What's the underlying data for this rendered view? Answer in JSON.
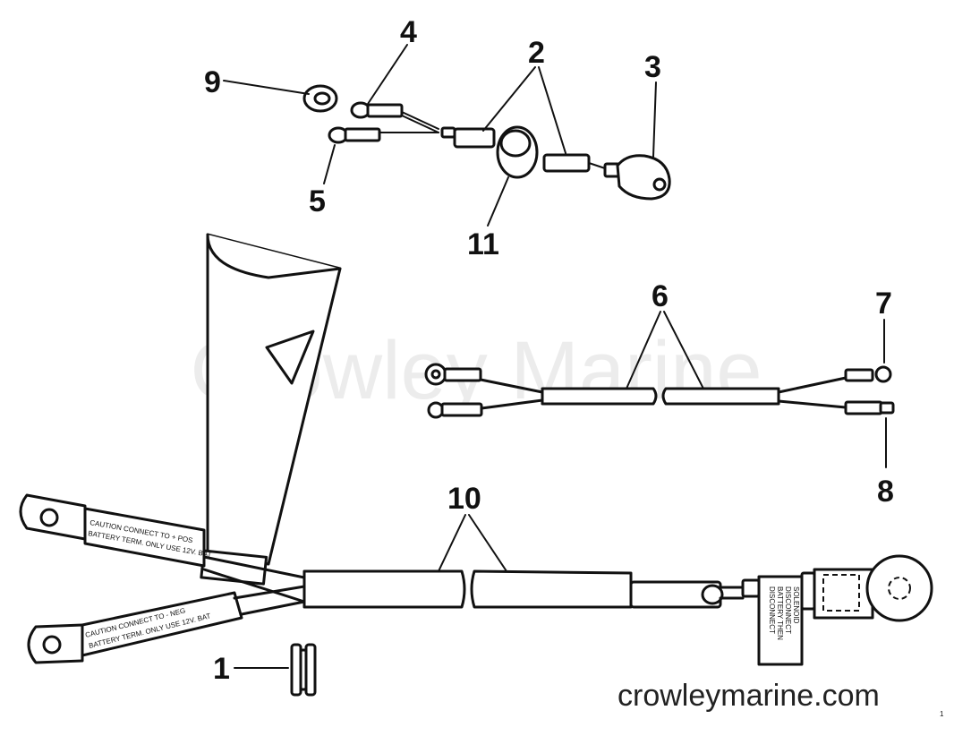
{
  "diagram": {
    "callouts": {
      "c1": "1",
      "c2": "2",
      "c3": "3",
      "c4": "4",
      "c5": "5",
      "c6": "6",
      "c7": "7",
      "c8": "8",
      "c9": "9",
      "c10": "10",
      "c11": "11"
    },
    "labels": {
      "pos_line1": "CAUTION CONNECT TO + POS",
      "pos_line2": "BATTERY TERM. ONLY USE 12V. BAT",
      "neg_line1": "CAUTION CONNECT TO - NEG",
      "neg_line2": "BATTERY TERM. ONLY USE 12V. BAT",
      "sol_line1": "DISCONNECT",
      "sol_line2": "BATTERY THEN",
      "sol_line3": "DISCONNECT",
      "sol_line4": "SOLENOID"
    },
    "watermark": "Crowley Marine",
    "site": "crowleymarine.com",
    "corner_mark": "1"
  }
}
